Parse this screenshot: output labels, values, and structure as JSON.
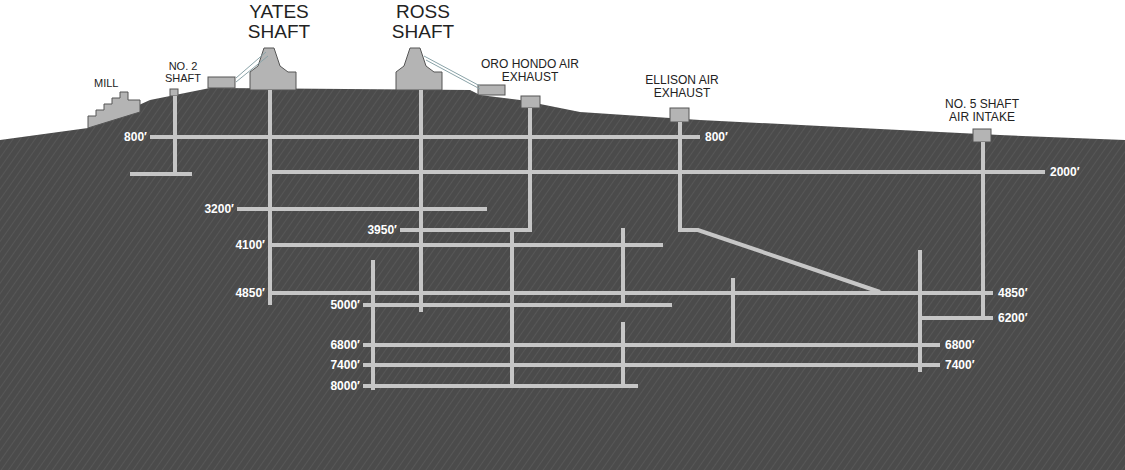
{
  "diagram": {
    "labels": [
      "YATES SHAFT",
      "ROSS SHAFT",
      "MILL",
      "NO. 2 SHAFT",
      "ORO HONDO AIR EXHAUST",
      "ELLISON AIR EXHAUST",
      "NO. 5 SHAFT AIR INTAKE",
      "800′",
      "800′",
      "2000′",
      "3200′",
      "3950′",
      "4100′",
      "4850′",
      "5000′",
      "4850′",
      "6200′",
      "6800′",
      "6800′",
      "7400′",
      "7400′",
      "8000′"
    ]
  }
}
